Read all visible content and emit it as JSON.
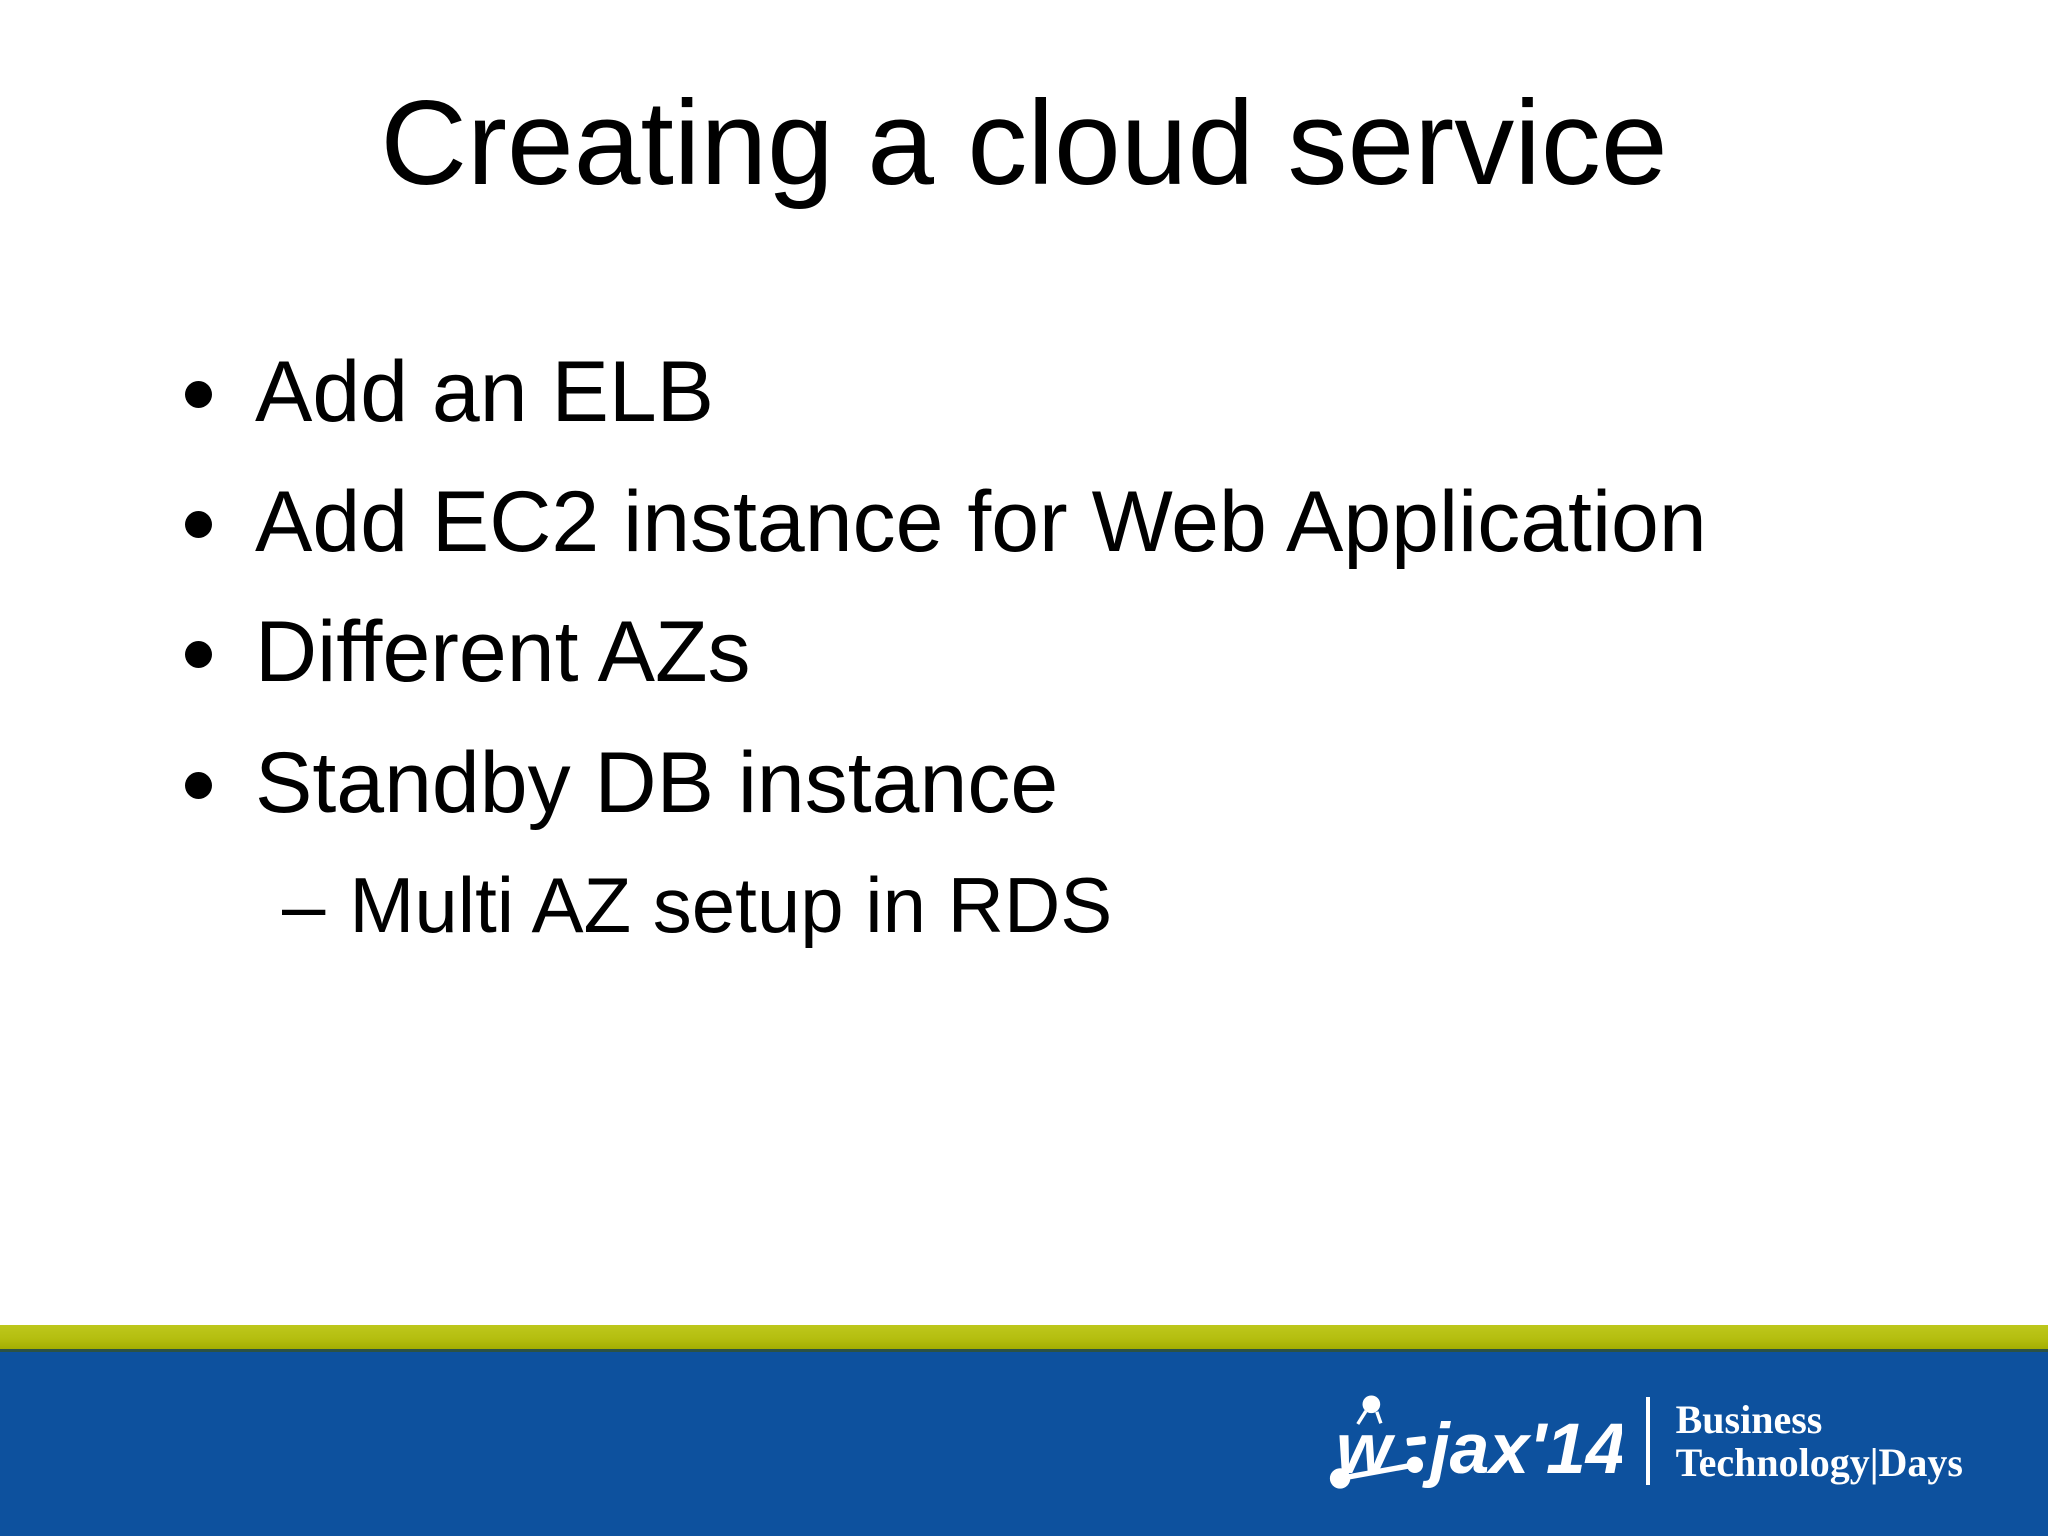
{
  "slide": {
    "title": "Creating a cloud service",
    "bullets": [
      {
        "label": "Add an ELB"
      },
      {
        "label": "Add EC2 instance for Web Application"
      },
      {
        "label": "Different AZs"
      },
      {
        "label": "Standby DB instance"
      }
    ],
    "sub_bullet": {
      "dash": "–",
      "label": "Multi AZ setup in RDS"
    }
  },
  "footer": {
    "accent_bar_color": "#b5bf10",
    "bar_color": "#0d519e",
    "logo": {
      "icon": "wjax-molecule-logo",
      "part_w": "w",
      "part_rest": "jax'14",
      "tagline_line1": "Business",
      "tagline_line2": "Technology|Days"
    }
  }
}
